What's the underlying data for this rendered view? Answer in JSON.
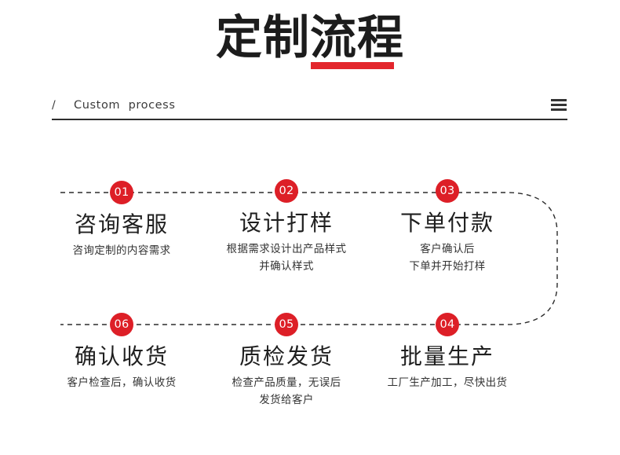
{
  "header": {
    "title": "定制流程",
    "subtitle_slash": "/",
    "subtitle": "Custom  process",
    "menu_icon": "hamburger-menu-icon",
    "accent_color": "#e3262c",
    "title_color": "#1c1c1c",
    "rule_color": "#2e2e2e"
  },
  "flow": {
    "badge_color": "#dd1f27",
    "badge_text_color": "#ffffff",
    "line_style": "dashed",
    "line_color": "#2b2b2b",
    "steps": [
      {
        "number": "01",
        "heading": "咨询客服",
        "desc_line1": "咨询定制的内容需求",
        "desc_line2": ""
      },
      {
        "number": "02",
        "heading": "设计打样",
        "desc_line1": "根据需求设计出产品样式",
        "desc_line2": "并确认样式"
      },
      {
        "number": "03",
        "heading": "下单付款",
        "desc_line1": "客户确认后",
        "desc_line2": "下单并开始打样"
      },
      {
        "number": "04",
        "heading": "批量生产",
        "desc_line1": "工厂生产加工，尽快出货",
        "desc_line2": ""
      },
      {
        "number": "05",
        "heading": "质检发货",
        "desc_line1": "检查产品质量，无误后",
        "desc_line2": "发货给客户"
      },
      {
        "number": "06",
        "heading": "确认收货",
        "desc_line1": "客户检查后，确认收货",
        "desc_line2": ""
      }
    ]
  }
}
